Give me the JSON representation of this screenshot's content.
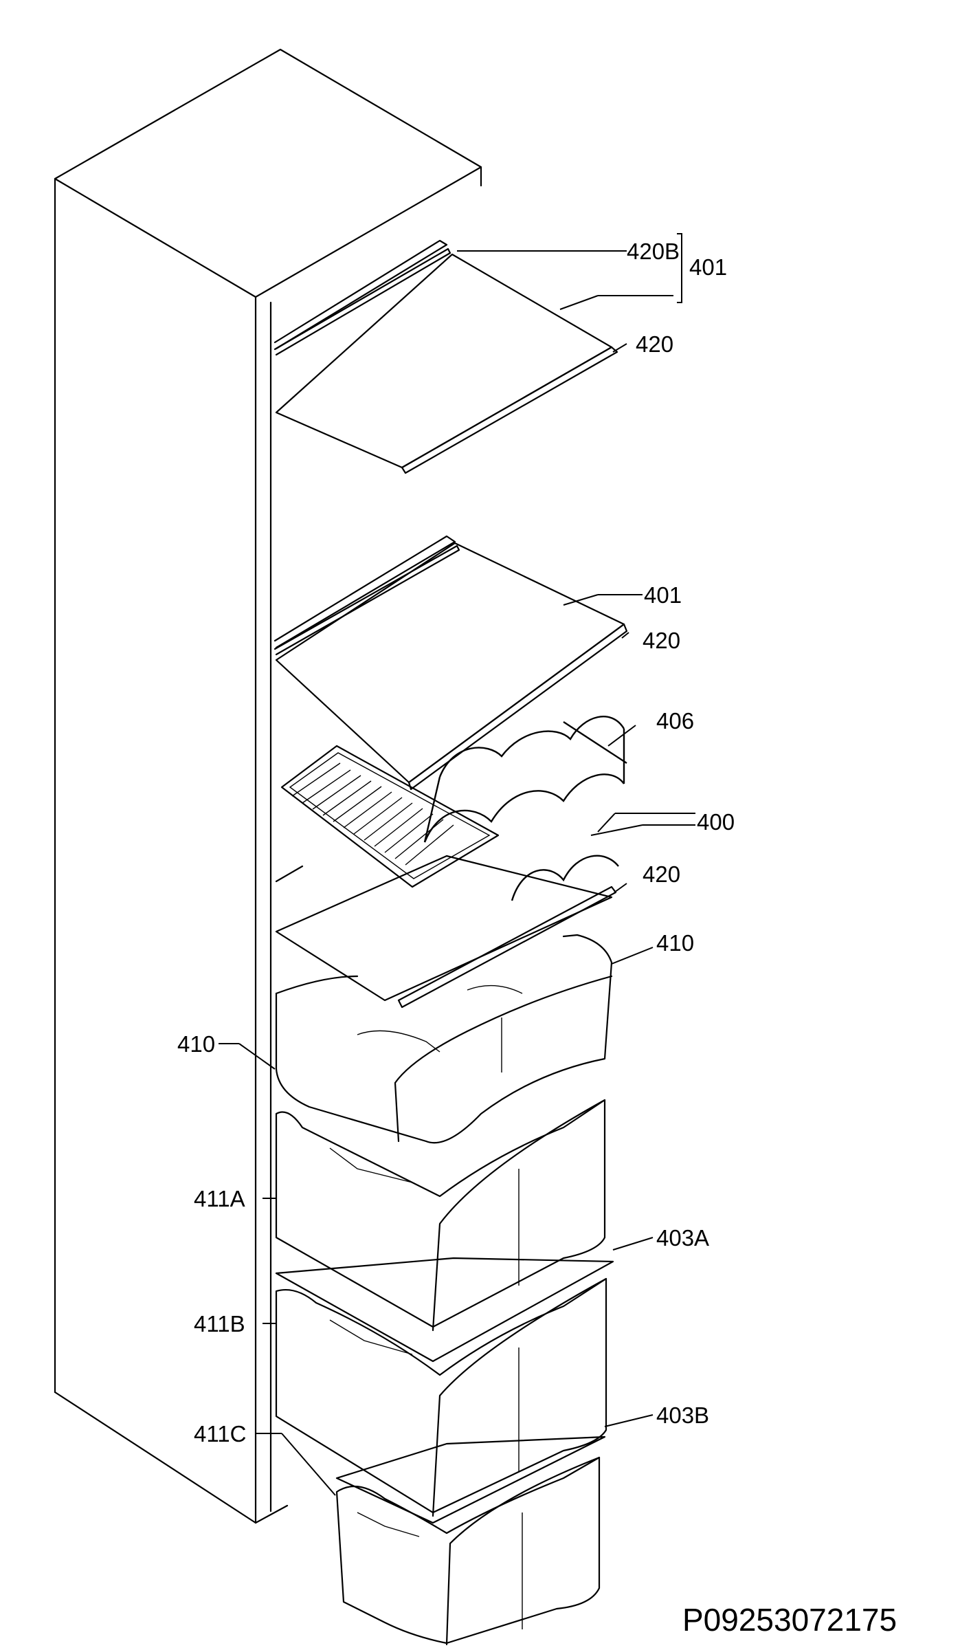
{
  "labels": {
    "l420B": "420B",
    "l401a": "401",
    "l420a": "420",
    "l401b": "401",
    "l420b": "420",
    "l406": "406",
    "l400": "400",
    "l420c": "420",
    "l410a": "410",
    "l410b": "410",
    "l411A": "411A",
    "l403A": "403A",
    "l411B": "411B",
    "l403B": "403B",
    "l411C": "411C"
  },
  "drawing_code": "P09253072175"
}
